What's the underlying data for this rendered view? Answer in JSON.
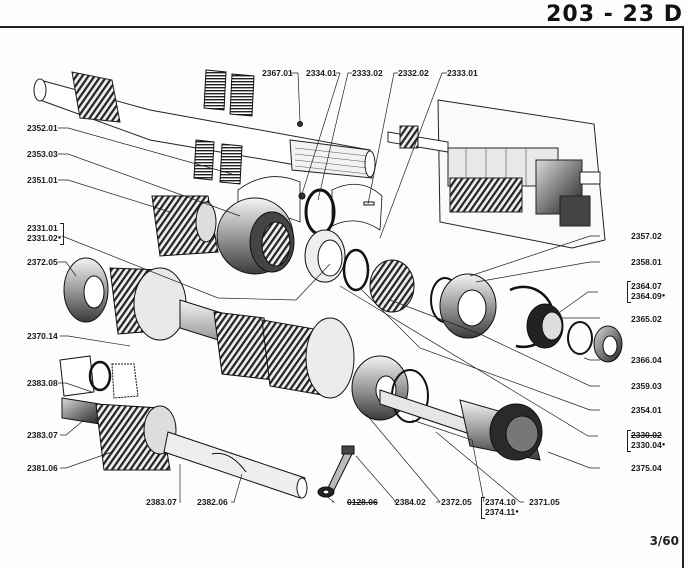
{
  "header": {
    "page_code": "203 - 23 D",
    "sheet_number": "3/60"
  },
  "diagram": {
    "title": "Gearbox shafts exploded view",
    "colors": {
      "ink": "#1a1a1a",
      "paper": "#fdfdfb"
    }
  },
  "labels": {
    "top": [
      {
        "id": "2367.01",
        "text": "2367.01"
      },
      {
        "id": "2334.01",
        "text": "2334.01"
      },
      {
        "id": "2333.02",
        "text": "2333.02"
      },
      {
        "id": "2332.02",
        "text": "2332.02"
      },
      {
        "id": "2333.01",
        "text": "2333.01"
      }
    ],
    "left": [
      {
        "id": "2352.01",
        "text": "2352.01"
      },
      {
        "id": "2353.03",
        "text": "2353.03"
      },
      {
        "id": "2351.01",
        "text": "2351.01"
      },
      {
        "id": "2331.01",
        "text": "2331.01"
      },
      {
        "id": "2331.02",
        "text": "2331.02",
        "marked": "●"
      },
      {
        "id": "2372.05a",
        "text": "2372.05"
      },
      {
        "id": "2370.14",
        "text": "2370.14"
      },
      {
        "id": "2383.08",
        "text": "2383.08"
      },
      {
        "id": "2383.07a",
        "text": "2383.07"
      },
      {
        "id": "2381.06",
        "text": "2381.06"
      }
    ],
    "right": [
      {
        "id": "2357.02",
        "text": "2357.02"
      },
      {
        "id": "2358.01",
        "text": "2358.01"
      },
      {
        "id": "2364.07",
        "text": "2364.07"
      },
      {
        "id": "2364.09",
        "text": "2364.09",
        "marked": "●"
      },
      {
        "id": "2365.02",
        "text": "2365.02"
      },
      {
        "id": "2366.04",
        "text": "2366.04"
      },
      {
        "id": "2359.03",
        "text": "2359.03"
      },
      {
        "id": "2354.01",
        "text": "2354.01"
      },
      {
        "id": "2330.02",
        "text": "2330.02",
        "struck": true
      },
      {
        "id": "2330.04",
        "text": "2330.04",
        "marked": "●"
      },
      {
        "id": "2375.04",
        "text": "2375.04"
      }
    ],
    "bottom": [
      {
        "id": "2383.07b",
        "text": "2383.07"
      },
      {
        "id": "2382.06",
        "text": "2382.06"
      },
      {
        "id": "0128.06",
        "text": "0128.06",
        "struck": true
      },
      {
        "id": "2384.02",
        "text": "2384.02"
      },
      {
        "id": "2372.05b",
        "text": "2372.05"
      },
      {
        "id": "2374.10",
        "text": "2374.10"
      },
      {
        "id": "2374.11",
        "text": "2374.11",
        "marked": "●"
      },
      {
        "id": "2371.05",
        "text": "2371.05"
      }
    ]
  }
}
